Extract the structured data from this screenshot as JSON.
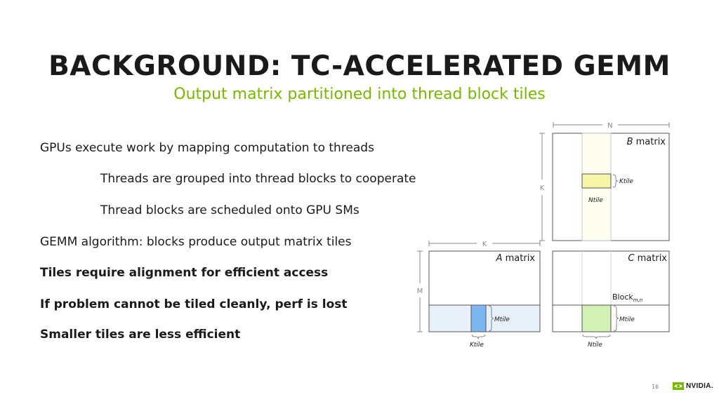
{
  "title": "BACKGROUND: TC-ACCELERATED GEMM",
  "subtitle": "Output matrix partitioned into thread block tiles",
  "bullets": [
    "GPUs execute work by mapping computation to threads",
    "Threads are grouped into thread blocks to cooperate",
    "Thread blocks are scheduled onto GPU SMs",
    "GEMM algorithm: blocks produce output matrix tiles",
    "Tiles require alignment for efficient access",
    "If problem cannot be tiled cleanly, perf is lost",
    "Smaller tiles are less efficient"
  ],
  "diagram": {
    "axes": {
      "n": "N",
      "k_vertical": "K",
      "k_horizontal": "K",
      "m": "M"
    },
    "b_matrix": {
      "italic": "B",
      "label": " matrix",
      "tile_height": "Ktile",
      "tile_width": "Ntile"
    },
    "a_matrix": {
      "italic": "A",
      "label": " matrix",
      "tile_height": "Mtile",
      "tile_width": "Ktile"
    },
    "c_matrix": {
      "italic": "C",
      "label": " matrix",
      "block": "Block",
      "block_sub": "m,n",
      "tile_height": "Mtile",
      "tile_width": "Ntile"
    },
    "colors": {
      "b_band": "#fdfdf0",
      "b_tile": "#f7f5a8",
      "a_band": "#e8f1fa",
      "a_tile": "#7eb6f0",
      "c_tile": "#d4f0b4",
      "border": "#555555"
    }
  },
  "footer": {
    "page_number": "16",
    "logo_text": "NVIDIA.",
    "logo_icon": "nvidia-eye-icon"
  },
  "colors": {
    "accent": "#76b900",
    "text": "#1a1a1a"
  }
}
